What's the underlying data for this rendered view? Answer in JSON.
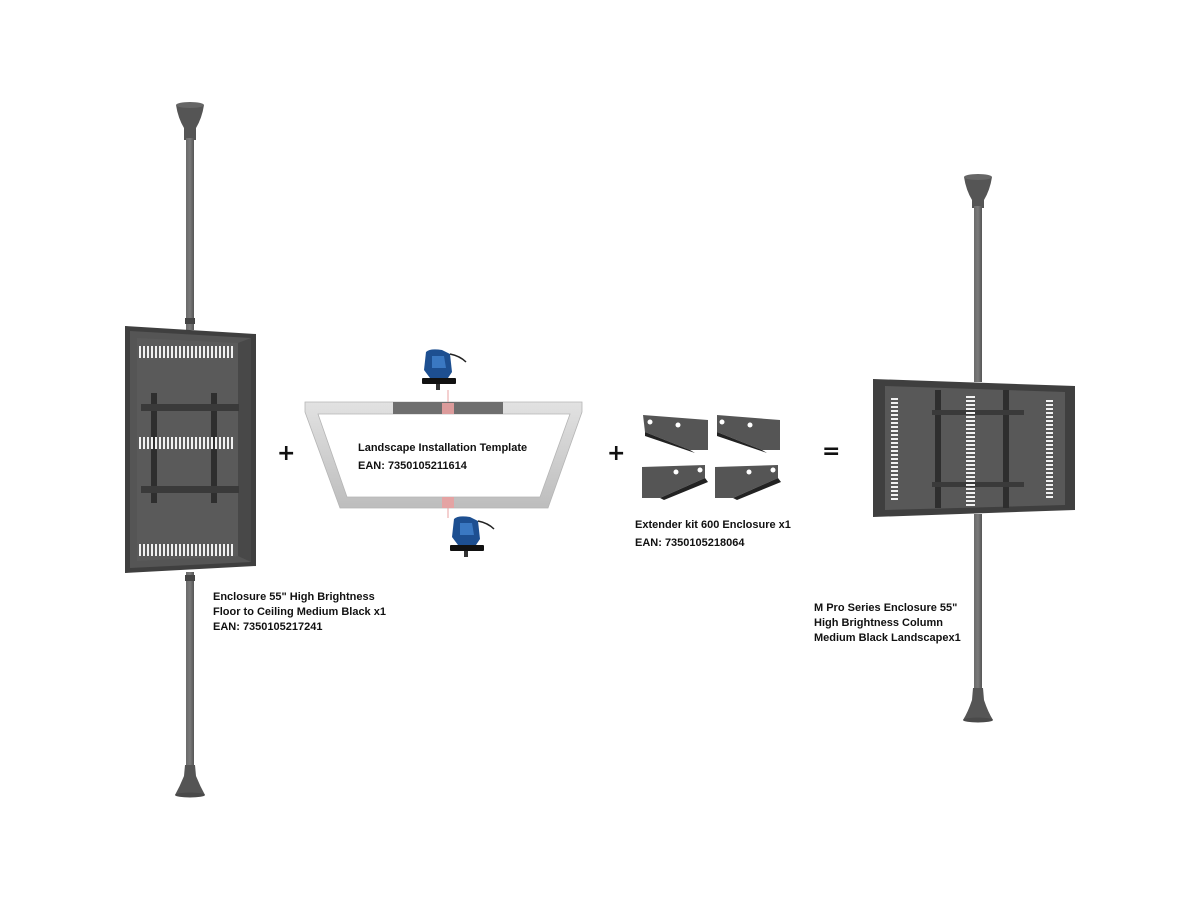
{
  "diagram": {
    "operators": {
      "plus": "+",
      "equals": "="
    },
    "items": [
      {
        "id": "enclosure-portrait",
        "lines": [
          "Enclosure 55\" High Brightness",
          "Floor to Ceiling Medium Black x1",
          "EAN: 7350105217241"
        ]
      },
      {
        "id": "landscape-template",
        "lines": [
          "Landscape Installation Template",
          "EAN: 7350105211614"
        ]
      },
      {
        "id": "extender-kit",
        "lines": [
          "Extender kit 600 Enclosure x1",
          "EAN: 7350105218064"
        ]
      },
      {
        "id": "result-enclosure",
        "lines": [
          "M Pro Series Enclosure 55\"",
          "High Brightness Column",
          "Medium Black Landscapex1"
        ]
      }
    ],
    "colors": {
      "metal": "#4a4a4a",
      "metal_dark": "#333333",
      "pole": "#5a5a5a",
      "frame": "#c8c8c8",
      "tool_blue": "#1d4f91",
      "cut_mark": "#e8a0a0"
    }
  }
}
